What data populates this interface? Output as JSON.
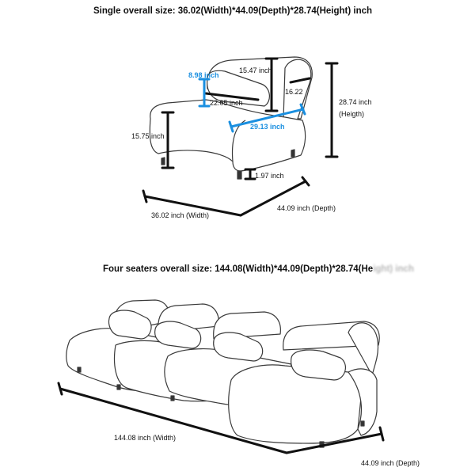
{
  "single": {
    "title": "Single overall size: 36.02(Width)*44.09(Depth)*28.74(Height) inch",
    "dims": {
      "pillow_diameter": "8.98 inch",
      "back_height": "15.47 inch",
      "pillow_length": "22.05 inch",
      "arm_depth": "16.22",
      "overall_height_value": "28.74 inch",
      "overall_height_word": "(Heigth)",
      "seat_depth": "29.13 inch",
      "seat_height": "15.75 inch",
      "leg_height": "1.97 inch",
      "width": "36.02 inch (Width)",
      "depth": "44.09 inch (Depth)"
    }
  },
  "four": {
    "title_visible": "Four seaters overall size: 144.08(Width)*44.09(Depth)*28.74(He",
    "title_obscured": "ight) inch",
    "dims": {
      "width": "144.08 inch (Width)",
      "depth": "44.09 inch (Depth)"
    }
  },
  "colors": {
    "line": "#111111",
    "accent_blue": "#1a8fe0",
    "sofa_stroke": "#3a3a3a",
    "sofa_fill": "#ffffff"
  }
}
